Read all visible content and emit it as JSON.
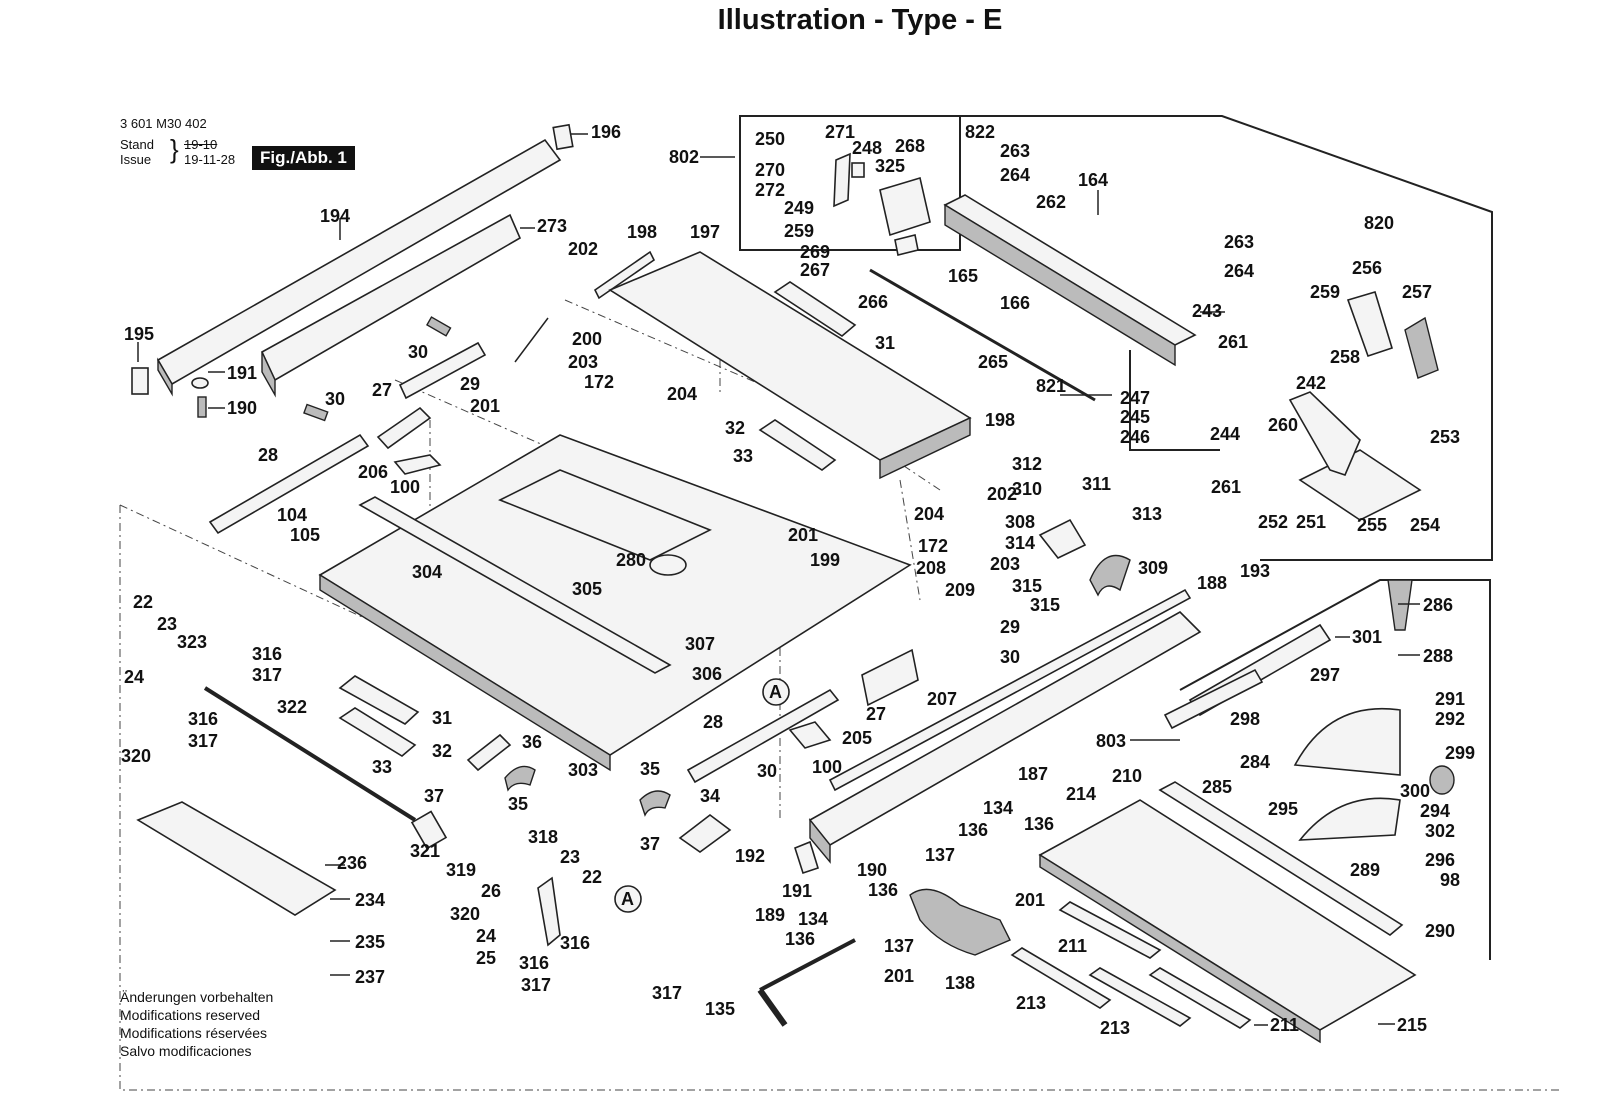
{
  "header": {
    "title": "Illustration - Type - E"
  },
  "meta": {
    "code": "3 601 M30 402",
    "stand_label": "Stand",
    "issue_label": "Issue",
    "stand_value": "19-10",
    "issue_value": "19-11-28",
    "fig_label": "Fig./Abb. 1"
  },
  "notes": [
    "Änderungen vorbehalten",
    "Modifications reserved",
    "Modifications réservées",
    "Salvo modificaciones"
  ],
  "callouts": {
    "c196": "196",
    "c194": "194",
    "c273": "273",
    "c195": "195",
    "c191": "191",
    "c190": "190",
    "c30a": "30",
    "c29a": "29",
    "c30b": "30",
    "c27a": "27",
    "c28a": "28",
    "c206": "206",
    "c100a": "100",
    "c104": "104",
    "c105": "105",
    "c202a": "202",
    "c198a": "198",
    "c197": "197",
    "c200": "200",
    "c203a": "203",
    "c172a": "172",
    "c204a": "204",
    "c201a": "201",
    "c31a": "31",
    "c32a": "32",
    "c33a": "33",
    "c198b": "198",
    "c202b": "202",
    "c201b": "201",
    "c199": "199",
    "c204b": "204",
    "c172b": "172",
    "c203b": "203",
    "c304": "304",
    "c305": "305",
    "c280": "280",
    "c307": "307",
    "c306": "306",
    "c303": "303",
    "c22a": "22",
    "c23a": "23",
    "c323": "323",
    "c316a": "316",
    "c317a": "317",
    "c24a": "24",
    "c316b": "316",
    "c317b": "317",
    "c320a": "320",
    "c322": "322",
    "c31b": "31",
    "c32b": "32",
    "c33b": "33",
    "c36": "36",
    "c35a": "35",
    "c37a": "37",
    "c35b": "35",
    "c28b": "28",
    "c30c": "30",
    "c34": "34",
    "c37b": "37",
    "c205": "205",
    "c100b": "100",
    "c27b": "27",
    "cA1": "A",
    "c236": "236",
    "c234": "234",
    "c235": "235",
    "c237": "237",
    "c321": "321",
    "c319": "319",
    "c26": "26",
    "c318": "318",
    "c23b": "23",
    "c22b": "22",
    "cA2": "A",
    "c320b": "320",
    "c24b": "24",
    "c25": "25",
    "c316c": "316",
    "c316d": "316",
    "c317c": "317",
    "c317d": "317",
    "c802": "802",
    "c250": "250",
    "c271": "271",
    "c248": "248",
    "c268": "268",
    "c325": "325",
    "c270": "270",
    "c272": "272",
    "c249": "249",
    "c259a": "259",
    "c269": "269",
    "c267": "267",
    "c266": "266",
    "c822": "822",
    "c263a": "263",
    "c264a": "264",
    "c262": "262",
    "c164": "164",
    "c165": "165",
    "c166": "166",
    "c265": "265",
    "c821": "821",
    "c263b": "263",
    "c264b": "264",
    "c243": "243",
    "c820": "820",
    "c259b": "259",
    "c256": "256",
    "c257": "257",
    "c258": "258",
    "c261a": "261",
    "c242": "242",
    "c247": "247",
    "c245": "245",
    "c246": "246",
    "c244": "244",
    "c260": "260",
    "c253": "253",
    "c261b": "261",
    "c252": "252",
    "c251": "251",
    "c255": "255",
    "c254": "254",
    "c312": "312",
    "c310": "310",
    "c311": "311",
    "c308": "308",
    "c313": "313",
    "c314": "314",
    "c309": "309",
    "c315a": "315",
    "c315b": "315",
    "c208": "208",
    "c209": "209",
    "c29b": "29",
    "c30d": "30",
    "c188": "188",
    "c193": "193",
    "c286": "286",
    "c288": "288",
    "c301": "301",
    "c297": "297",
    "c298": "298",
    "c291": "291",
    "c292": "292",
    "c207": "207",
    "c803": "803",
    "c284": "284",
    "c299": "299",
    "c300": "300",
    "c187": "187",
    "c210": "210",
    "c285": "285",
    "c294": "294",
    "c295": "295",
    "c302": "302",
    "c214": "214",
    "c134a": "134",
    "c136a": "136",
    "c136b": "136",
    "c192": "192",
    "c190b": "190",
    "c191b": "191",
    "c189": "189",
    "c137a": "137",
    "c201c": "201",
    "c136c": "136",
    "c134b": "134",
    "c136d": "136",
    "c137b": "137",
    "c201d": "201",
    "c138": "138",
    "c135": "135",
    "c289": "289",
    "c296": "296",
    "c98": "98",
    "c290": "290",
    "c211a": "211",
    "c213a": "213",
    "c213b": "213",
    "c211b": "211",
    "c215": "215"
  }
}
